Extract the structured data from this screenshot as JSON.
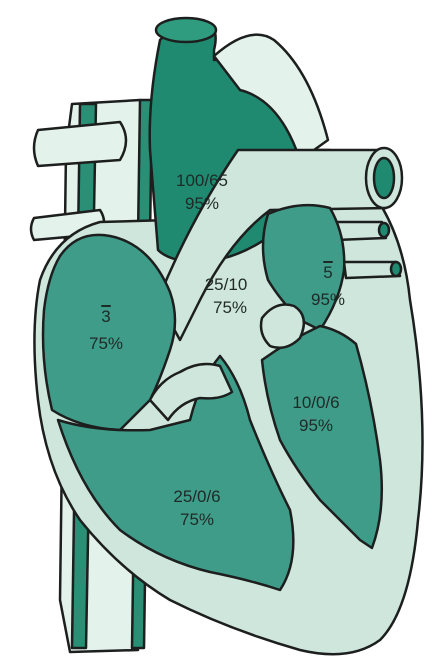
{
  "colors": {
    "outline": "#1c1f1e",
    "chamber_fill": "#3f9c89",
    "tissue_fill": "#cfe6dd",
    "aorta_dark": "#1f8a70",
    "vessel_light": "#e4f2ec",
    "vein_dark": "#2b8f75"
  },
  "labels": {
    "aorta_pressure": "100/65",
    "aorta_saturation": "95%",
    "pulmonary_artery_pressure": "25/10",
    "pulmonary_artery_saturation": "75%",
    "right_atrium_pressure": "3",
    "right_atrium_saturation": "75%",
    "left_atrium_pressure": "5",
    "left_atrium_saturation": "95%",
    "left_ventricle_pressure": "10/0/6",
    "left_ventricle_saturation": "95%",
    "right_ventricle_pressure": "25/0/6",
    "right_ventricle_saturation": "75%"
  }
}
